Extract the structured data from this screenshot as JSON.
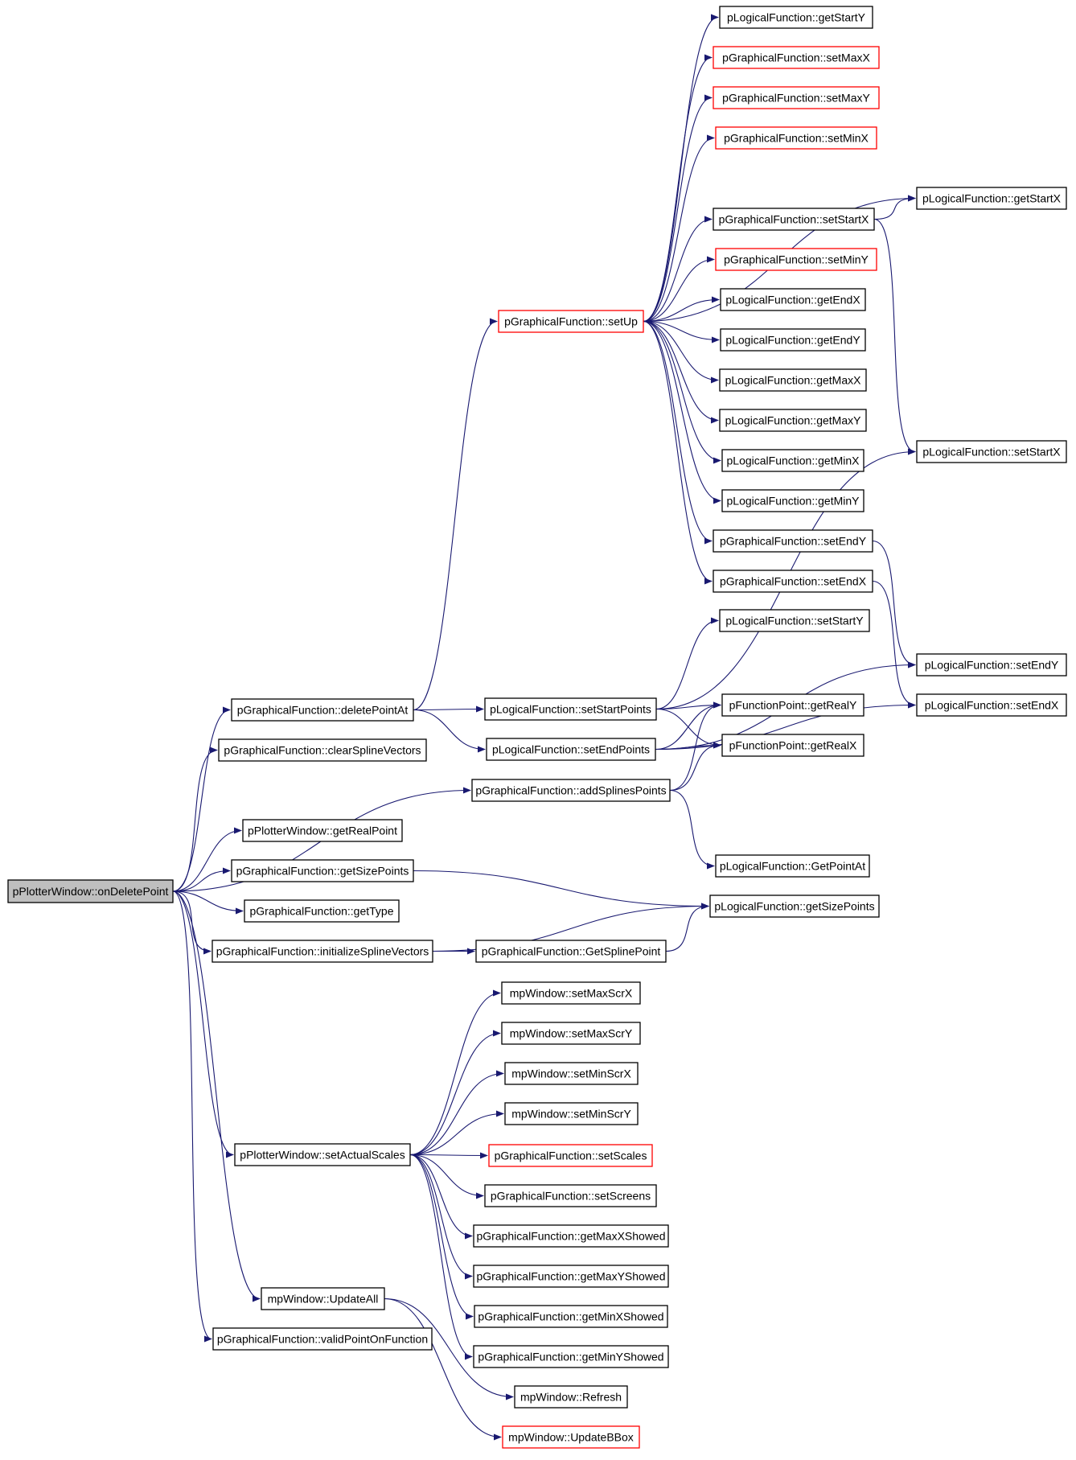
{
  "graph": {
    "colors": {
      "edge": "#191970",
      "node_border": "#000000",
      "node_border_truncated": "#ff0000",
      "root_fill": "#bfbfbf",
      "background": "#ffffff"
    },
    "nodes": [
      {
        "id": "root",
        "label": "pPlotterWindow::onDeletePoint",
        "style": "root"
      },
      {
        "id": "deletePointAt",
        "label": "pGraphicalFunction::deletePointAt",
        "style": "normal"
      },
      {
        "id": "clearSplineVectors",
        "label": "pGraphicalFunction::clearSplineVectors",
        "style": "normal"
      },
      {
        "id": "getRealPoint",
        "label": "pPlotterWindow::getRealPoint",
        "style": "normal"
      },
      {
        "id": "gf_getSizePoints",
        "label": "pGraphicalFunction::getSizePoints",
        "style": "normal"
      },
      {
        "id": "getType",
        "label": "pGraphicalFunction::getType",
        "style": "normal"
      },
      {
        "id": "initializeSplineVectors",
        "label": "pGraphicalFunction::initializeSplineVectors",
        "style": "normal"
      },
      {
        "id": "setActualScales",
        "label": "pPlotterWindow::setActualScales",
        "style": "normal"
      },
      {
        "id": "UpdateAll",
        "label": "mpWindow::UpdateAll",
        "style": "normal"
      },
      {
        "id": "validPointOnFunction",
        "label": "pGraphicalFunction::validPointOnFunction",
        "style": "normal"
      },
      {
        "id": "setUp",
        "label": "pGraphicalFunction::setUp",
        "style": "red"
      },
      {
        "id": "setStartPoints",
        "label": "pLogicalFunction::setStartPoints",
        "style": "normal"
      },
      {
        "id": "setEndPoints",
        "label": "pLogicalFunction::setEndPoints",
        "style": "normal"
      },
      {
        "id": "addSplinesPoints",
        "label": "pGraphicalFunction::addSplinesPoints",
        "style": "normal"
      },
      {
        "id": "GetSplinePoint",
        "label": "pGraphicalFunction::GetSplinePoint",
        "style": "normal"
      },
      {
        "id": "setMaxScrX",
        "label": "mpWindow::setMaxScrX",
        "style": "normal"
      },
      {
        "id": "setMaxScrY",
        "label": "mpWindow::setMaxScrY",
        "style": "normal"
      },
      {
        "id": "setMinScrX",
        "label": "mpWindow::setMinScrX",
        "style": "normal"
      },
      {
        "id": "setMinScrY",
        "label": "mpWindow::setMinScrY",
        "style": "normal"
      },
      {
        "id": "setScales",
        "label": "pGraphicalFunction::setScales",
        "style": "red"
      },
      {
        "id": "setScreens",
        "label": "pGraphicalFunction::setScreens",
        "style": "normal"
      },
      {
        "id": "getMaxXShowed",
        "label": "pGraphicalFunction::getMaxXShowed",
        "style": "normal"
      },
      {
        "id": "getMaxYShowed",
        "label": "pGraphicalFunction::getMaxYShowed",
        "style": "normal"
      },
      {
        "id": "getMinXShowed",
        "label": "pGraphicalFunction::getMinXShowed",
        "style": "normal"
      },
      {
        "id": "getMinYShowed",
        "label": "pGraphicalFunction::getMinYShowed",
        "style": "normal"
      },
      {
        "id": "Refresh",
        "label": "mpWindow::Refresh",
        "style": "normal"
      },
      {
        "id": "UpdateBBox",
        "label": "mpWindow::UpdateBBox",
        "style": "red"
      },
      {
        "id": "lf_getStartY",
        "label": "pLogicalFunction::getStartY",
        "style": "normal"
      },
      {
        "id": "gf_setMaxX",
        "label": "pGraphicalFunction::setMaxX",
        "style": "red"
      },
      {
        "id": "gf_setMaxY",
        "label": "pGraphicalFunction::setMaxY",
        "style": "red"
      },
      {
        "id": "gf_setMinX",
        "label": "pGraphicalFunction::setMinX",
        "style": "red"
      },
      {
        "id": "gf_setStartX",
        "label": "pGraphicalFunction::setStartX",
        "style": "normal"
      },
      {
        "id": "gf_setMinY",
        "label": "pGraphicalFunction::setMinY",
        "style": "red"
      },
      {
        "id": "lf_getEndX",
        "label": "pLogicalFunction::getEndX",
        "style": "normal"
      },
      {
        "id": "lf_getEndY",
        "label": "pLogicalFunction::getEndY",
        "style": "normal"
      },
      {
        "id": "lf_getMaxX",
        "label": "pLogicalFunction::getMaxX",
        "style": "normal"
      },
      {
        "id": "lf_getMaxY",
        "label": "pLogicalFunction::getMaxY",
        "style": "normal"
      },
      {
        "id": "lf_getMinX",
        "label": "pLogicalFunction::getMinX",
        "style": "normal"
      },
      {
        "id": "lf_getMinY",
        "label": "pLogicalFunction::getMinY",
        "style": "normal"
      },
      {
        "id": "gf_setEndY",
        "label": "pGraphicalFunction::setEndY",
        "style": "normal"
      },
      {
        "id": "gf_setEndX",
        "label": "pGraphicalFunction::setEndX",
        "style": "normal"
      },
      {
        "id": "lf_setStartY",
        "label": "pLogicalFunction::setStartY",
        "style": "normal"
      },
      {
        "id": "fp_getRealY",
        "label": "pFunctionPoint::getRealY",
        "style": "normal"
      },
      {
        "id": "fp_getRealX",
        "label": "pFunctionPoint::getRealX",
        "style": "normal"
      },
      {
        "id": "lf_GetPointAt",
        "label": "pLogicalFunction::GetPointAt",
        "style": "normal"
      },
      {
        "id": "lf_getSizePoints",
        "label": "pLogicalFunction::getSizePoints",
        "style": "normal"
      },
      {
        "id": "lf_getStartX",
        "label": "pLogicalFunction::getStartX",
        "style": "normal"
      },
      {
        "id": "lf_setStartX",
        "label": "pLogicalFunction::setStartX",
        "style": "normal"
      },
      {
        "id": "lf_setEndY",
        "label": "pLogicalFunction::setEndY",
        "style": "normal"
      },
      {
        "id": "lf_setEndX",
        "label": "pLogicalFunction::setEndX",
        "style": "normal"
      }
    ],
    "edges": [
      [
        "root",
        "deletePointAt"
      ],
      [
        "root",
        "clearSplineVectors"
      ],
      [
        "root",
        "getRealPoint"
      ],
      [
        "root",
        "gf_getSizePoints"
      ],
      [
        "root",
        "getType"
      ],
      [
        "root",
        "initializeSplineVectors"
      ],
      [
        "root",
        "setActualScales"
      ],
      [
        "root",
        "UpdateAll"
      ],
      [
        "root",
        "validPointOnFunction"
      ],
      [
        "root",
        "addSplinesPoints"
      ],
      [
        "deletePointAt",
        "setUp"
      ],
      [
        "deletePointAt",
        "setStartPoints"
      ],
      [
        "deletePointAt",
        "setEndPoints"
      ],
      [
        "setUp",
        "lf_getStartY"
      ],
      [
        "setUp",
        "gf_setMaxX"
      ],
      [
        "setUp",
        "gf_setMaxY"
      ],
      [
        "setUp",
        "gf_setMinX"
      ],
      [
        "setUp",
        "lf_getStartX"
      ],
      [
        "setUp",
        "gf_setStartX"
      ],
      [
        "setUp",
        "gf_setMinY"
      ],
      [
        "setUp",
        "lf_getEndX"
      ],
      [
        "setUp",
        "lf_getEndY"
      ],
      [
        "setUp",
        "lf_getMaxX"
      ],
      [
        "setUp",
        "lf_getMaxY"
      ],
      [
        "setUp",
        "lf_getMinX"
      ],
      [
        "setUp",
        "lf_getMinY"
      ],
      [
        "setUp",
        "gf_setEndY"
      ],
      [
        "setUp",
        "gf_setEndX"
      ],
      [
        "gf_setStartX",
        "lf_getStartX"
      ],
      [
        "gf_setStartX",
        "lf_setStartX"
      ],
      [
        "gf_setEndY",
        "lf_setEndY"
      ],
      [
        "gf_setEndX",
        "lf_setEndX"
      ],
      [
        "setStartPoints",
        "lf_setStartY"
      ],
      [
        "setStartPoints",
        "lf_setStartX"
      ],
      [
        "setStartPoints",
        "fp_getRealY"
      ],
      [
        "setStartPoints",
        "fp_getRealX"
      ],
      [
        "setEndPoints",
        "fp_getRealY"
      ],
      [
        "setEndPoints",
        "fp_getRealX"
      ],
      [
        "setEndPoints",
        "lf_setEndY"
      ],
      [
        "setEndPoints",
        "lf_setEndX"
      ],
      [
        "addSplinesPoints",
        "fp_getRealY"
      ],
      [
        "addSplinesPoints",
        "fp_getRealX"
      ],
      [
        "addSplinesPoints",
        "lf_GetPointAt"
      ],
      [
        "gf_getSizePoints",
        "lf_getSizePoints"
      ],
      [
        "initializeSplineVectors",
        "lf_getSizePoints"
      ],
      [
        "initializeSplineVectors",
        "GetSplinePoint"
      ],
      [
        "GetSplinePoint",
        "lf_getSizePoints"
      ],
      [
        "setActualScales",
        "setMaxScrX"
      ],
      [
        "setActualScales",
        "setMaxScrY"
      ],
      [
        "setActualScales",
        "setMinScrX"
      ],
      [
        "setActualScales",
        "setMinScrY"
      ],
      [
        "setActualScales",
        "setScales"
      ],
      [
        "setActualScales",
        "setScreens"
      ],
      [
        "setActualScales",
        "getMaxXShowed"
      ],
      [
        "setActualScales",
        "getMaxYShowed"
      ],
      [
        "setActualScales",
        "getMinXShowed"
      ],
      [
        "setActualScales",
        "getMinYShowed"
      ],
      [
        "UpdateAll",
        "Refresh"
      ],
      [
        "UpdateAll",
        "UpdateBBox"
      ]
    ]
  }
}
